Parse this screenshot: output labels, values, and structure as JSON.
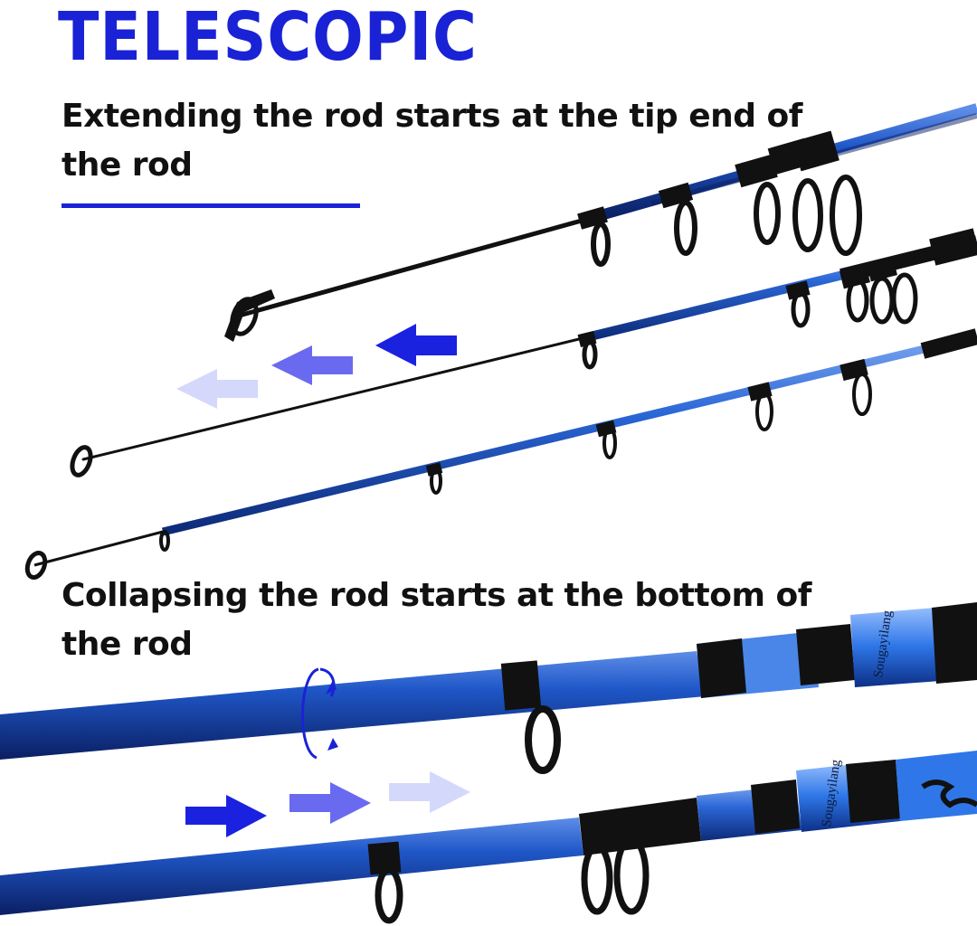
{
  "headline": "TELESCOPIC",
  "captions": {
    "extend": "Extending the rod starts at the tip end of the rod",
    "collapse": "Collapsing the rod starts at the bottom of the rod"
  },
  "brand": "Sougayilang",
  "colors": {
    "headline": "#1a22d6",
    "rod_blue": "#1f57c8",
    "rod_dark": "#0b1f63",
    "arrow_strong": "#1a22e0",
    "arrow_mid": "#6a6af0",
    "arrow_light": "#d4d8fb"
  },
  "icons": [
    "arrow-left-icon",
    "arrow-right-icon",
    "rotate-icon"
  ]
}
